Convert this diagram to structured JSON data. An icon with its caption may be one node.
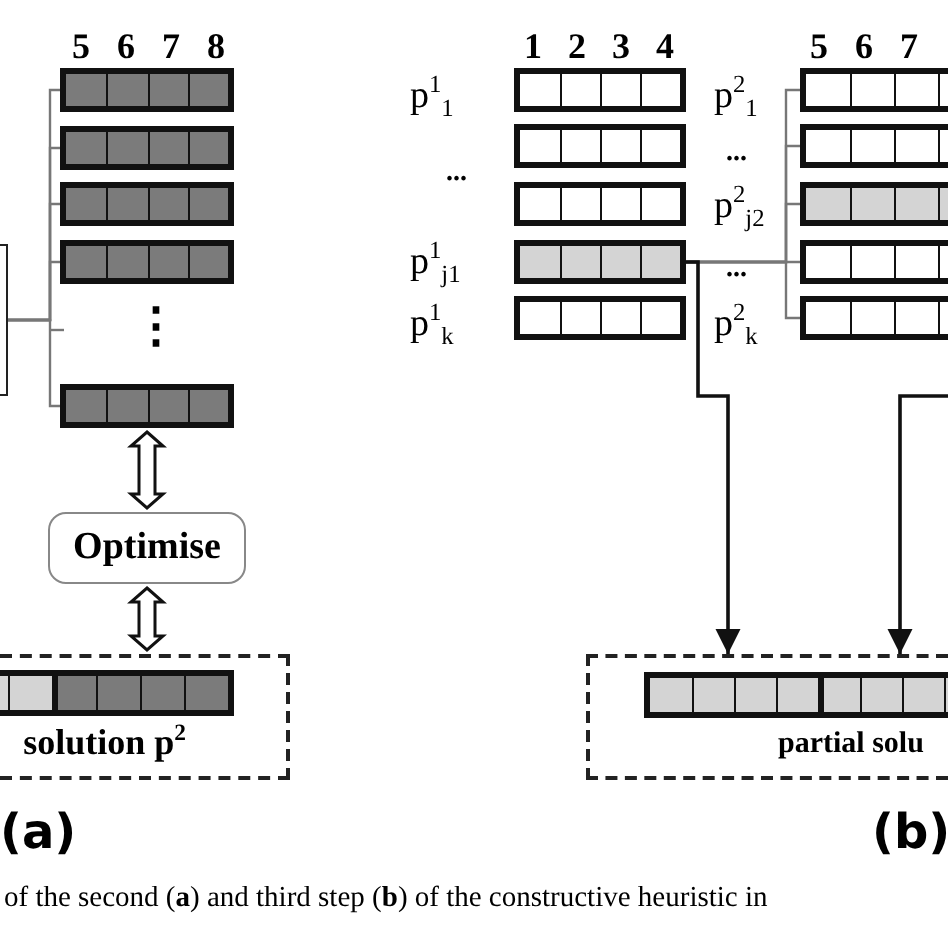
{
  "diagram": {
    "caption": "of the second (**a**) and third step (**b**) of the constructive heuristic in",
    "nodes": [
      {
        "text": [],
        "shape": "box"
      },
      {
        "text": [],
        "shape": "bar"
      },
      {
        "text": [],
        "shape": "bar"
      },
      {
        "text": [],
        "shape": "bar"
      },
      {
        "text": [],
        "shape": "bar"
      },
      {
        "text": [],
        "shape": "bar"
      },
      {
        "text": [
          "Optimise"
        ]
      },
      {
        "text": [
          "solution p$^{2}$"
        ]
      },
      {
        "text": [],
        "shape": "bar",
        "in": 7
      },
      {
        "text": [],
        "shape": "bar"
      },
      {
        "text": [],
        "shape": "bar"
      },
      {
        "text": [],
        "shape": "bar"
      },
      {
        "text": [],
        "shape": "bar"
      },
      {
        "text": [],
        "shape": "bar"
      },
      {
        "text": [],
        "shape": "bar"
      },
      {
        "text": [],
        "shape": "bar"
      },
      {
        "text": [],
        "shape": "bar"
      },
      {
        "text": [],
        "shape": "bar"
      },
      {
        "text": [],
        "shape": "bar"
      },
      {
        "text": [
          "partial solu"
        ]
      },
      {
        "text": [],
        "shape": "bar",
        "in": 19
      }
    ],
    "edges": [
      {
        "from": 0,
        "to": 1,
        "arrow": "none"
      },
      {
        "from": 0,
        "to": 2,
        "arrow": "none"
      },
      {
        "from": 0,
        "to": 3,
        "arrow": "none"
      },
      {
        "from": 0,
        "to": 4,
        "arrow": "none"
      },
      {
        "from": 0,
        "to": 5,
        "arrow": "none"
      },
      {
        "from": 5,
        "to": 6,
        "arrow": "both"
      },
      {
        "from": 6,
        "to": 7,
        "arrow": "both"
      },
      {
        "from": 12,
        "to": 14,
        "arrow": "none"
      },
      {
        "from": 12,
        "to": 15,
        "arrow": "none"
      },
      {
        "from": 12,
        "to": 16,
        "arrow": "none"
      },
      {
        "from": 12,
        "to": 17,
        "arrow": "none"
      },
      {
        "from": 12,
        "to": 18,
        "arrow": "none"
      },
      {
        "from": 12,
        "to": 19,
        "arrow": "to",
        "color": "#111111"
      },
      {
        "from": null,
        "to": 19,
        "arrow": "to",
        "color": "#111111"
      }
    ],
    "labels": [
      "5 6 7 8",
      "1 2 3 4",
      "5 6 7",
      "p$^{1}$$_{1}$",
      "p$^{2}$$_{1}$",
      "...",
      "...",
      "p$^{2}$$_{j2}$",
      "p$^{1}$$_{j1}$",
      "...",
      "⋮",
      "p$^{1}$$_{k}$",
      "p$^{2}$$_{k}$",
      "(a)",
      "(b)"
    ]
  }
}
